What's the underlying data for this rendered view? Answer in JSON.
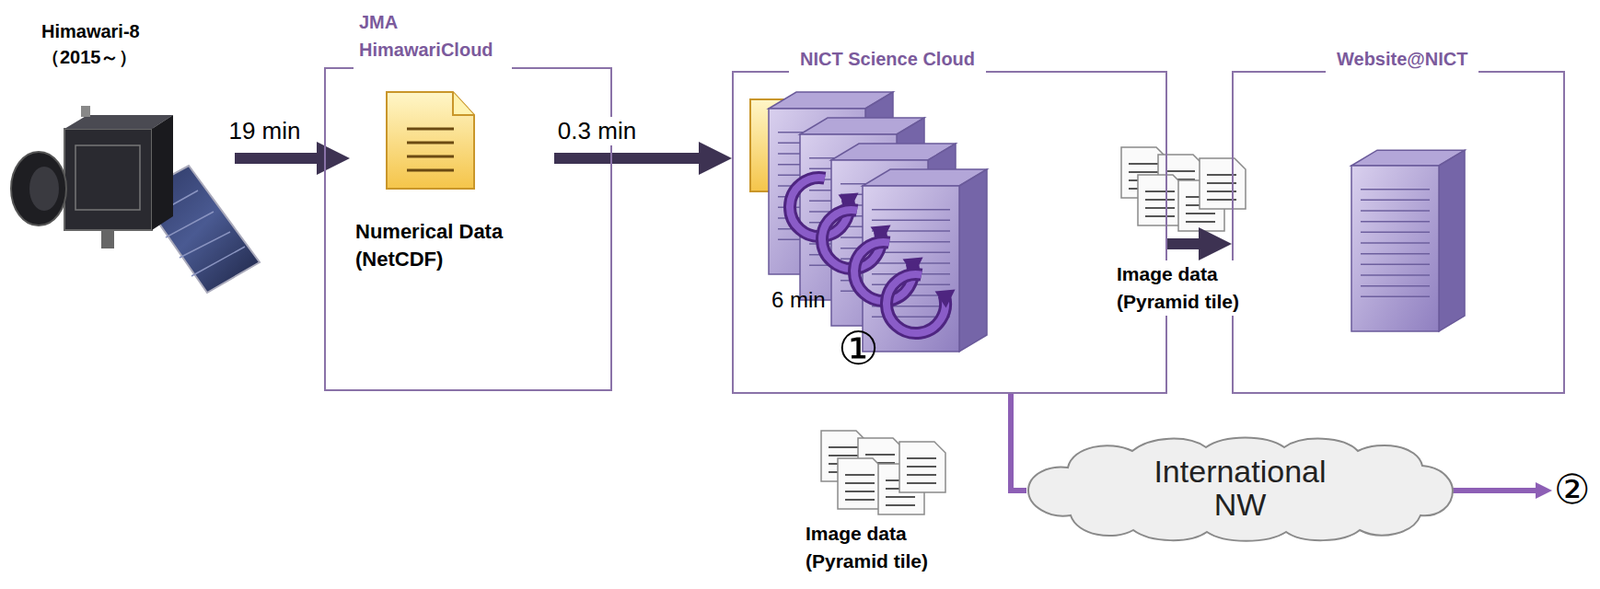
{
  "diagram": {
    "nodes": [
      {
        "text": [
          "Himawari-8 （2015～）"
        ]
      },
      {
        "text": [
          "JMA HimawariCloud"
        ]
      },
      {
        "text": [
          "Numerical Data (NetCDF)"
        ],
        "in": 1
      },
      {
        "text": [
          "NICT Science Cloud"
        ]
      },
      {
        "text": [
          "Website@NICT"
        ]
      },
      {
        "text": [
          "International NW"
        ]
      }
    ],
    "edges": [
      {
        "from": 0,
        "to": 2,
        "label": "19 min",
        "arrow": "to"
      },
      {
        "from": 2,
        "to": 3,
        "label": "0.3 min",
        "arrow": "to"
      },
      {
        "from": 3,
        "to": 4,
        "label": "Image data (Pyramid tile)",
        "arrow": "to"
      },
      {
        "from": 3,
        "to": 5,
        "arrow": "none"
      }
    ],
    "labels": [
      "6 min",
      "①",
      "Image data (Pyramid tile)",
      "②"
    ]
  }
}
